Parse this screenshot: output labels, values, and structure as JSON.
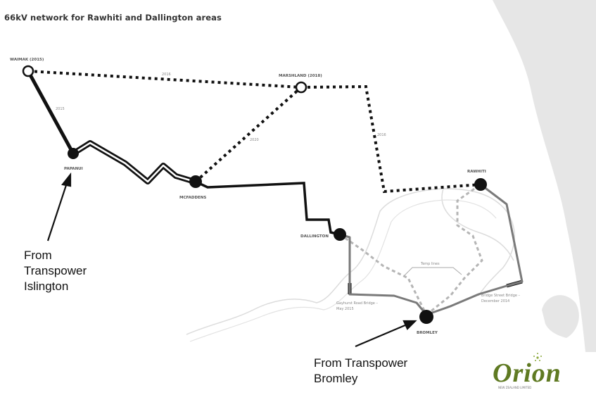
{
  "title": "66kV network for Rawhiti and Dallington areas",
  "nodes": {
    "waimak": "WAIMAK (2015)",
    "marshland": "MARSHLAND (2018)",
    "papanui": "PAPANUI",
    "mcfaddens": "MCFADDENS",
    "rawhiti": "RAWHITI",
    "dallington": "DALLINGTON",
    "bromley": "BROMLEY"
  },
  "line_labels": {
    "waimak_marshland": "2016",
    "waimak_papanui": "2015",
    "mcfaddens_marshland": "2020",
    "marshland_rawhiti": "2016",
    "temp_lines": "Temp lines",
    "gayhurst": "Gayhurst Road Bridge – May 2015",
    "bridge_street": "Bridge Street Bridge – December 2014"
  },
  "callouts": {
    "islington": [
      "From",
      "Transpower",
      "Islington"
    ],
    "bromley": [
      "From Transpower",
      "Bromley"
    ]
  },
  "logo": {
    "text": "Orion",
    "sub": "NEW ZEALAND LIMITED",
    "color": "#5f7a22"
  },
  "colors": {
    "existing": "#111111",
    "new_line": "#7a7a7a",
    "temp": "#b5b5b5",
    "river": "#d8d8d8",
    "coast": "#e6e6e6"
  }
}
